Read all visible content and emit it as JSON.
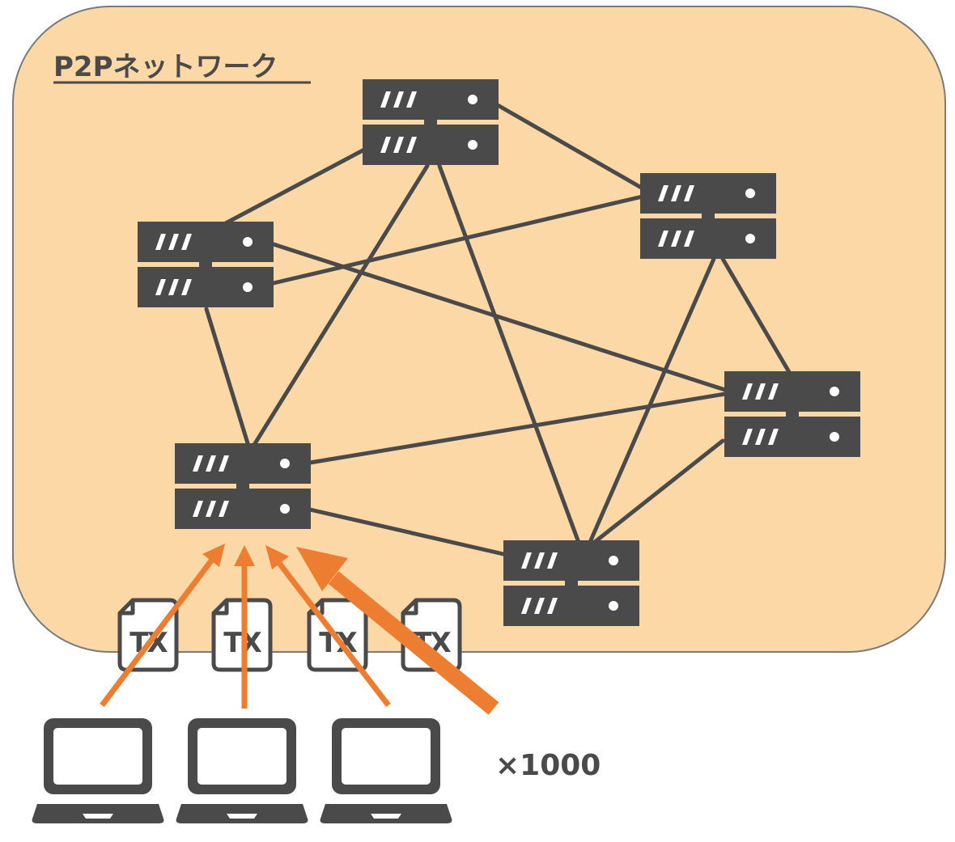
{
  "title": "P2Pネットワーク",
  "multiplier": "×1000",
  "tx_label": "TX",
  "colors": {
    "network_bg": "#fbd8a6",
    "network_border": "#7a7a7a",
    "server": "#4a4a4a",
    "link": "#4a4a4a",
    "arrow": "#ed7d31",
    "laptop": "#4a4a4a"
  },
  "icons": {
    "server": "server-icon",
    "document": "tx-document-icon",
    "laptop": "laptop-icon"
  }
}
